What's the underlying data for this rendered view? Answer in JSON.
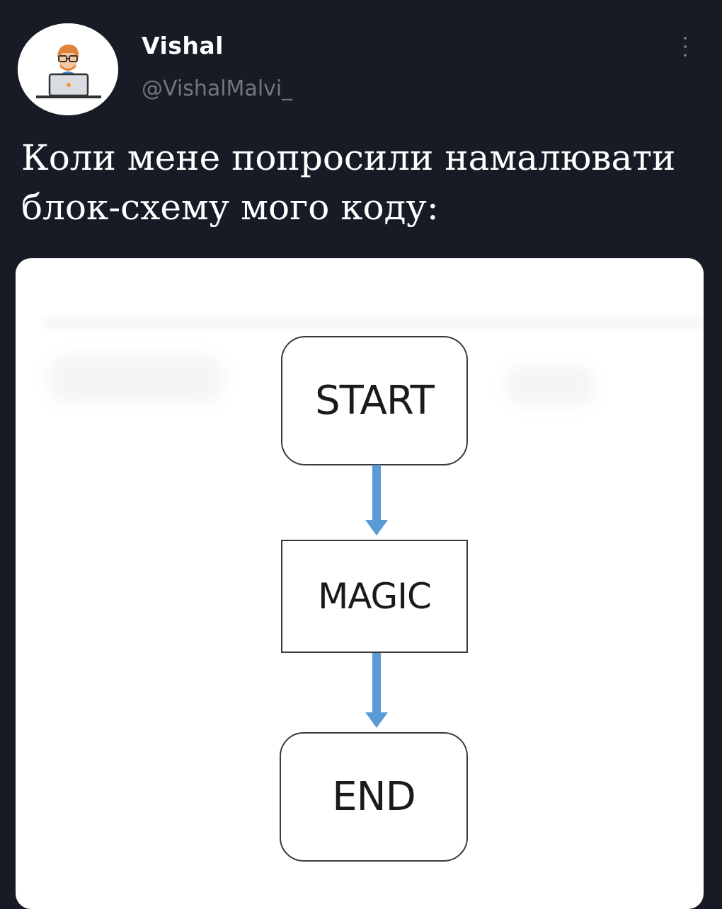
{
  "author": {
    "display_name": "Vishal",
    "handle": "@VishalMalvi_",
    "avatar_icon": "developer-at-laptop-icon"
  },
  "menu": {
    "icon": "more-vertical-icon"
  },
  "tweet": {
    "text_lines": [
      "Коли мене попросили намалювати",
      "блок-схему мого коду:"
    ]
  },
  "flowchart": {
    "nodes": [
      {
        "label": "START",
        "shape": "rounded-rectangle"
      },
      {
        "label": "MAGIC",
        "shape": "rectangle"
      },
      {
        "label": "END",
        "shape": "rounded-rectangle"
      }
    ],
    "arrow_color": "#5b9bd5",
    "arrow_direction": "down"
  },
  "colors": {
    "background": "#161b26",
    "handle_text": "#71777f",
    "media_background": "#ffffff"
  }
}
